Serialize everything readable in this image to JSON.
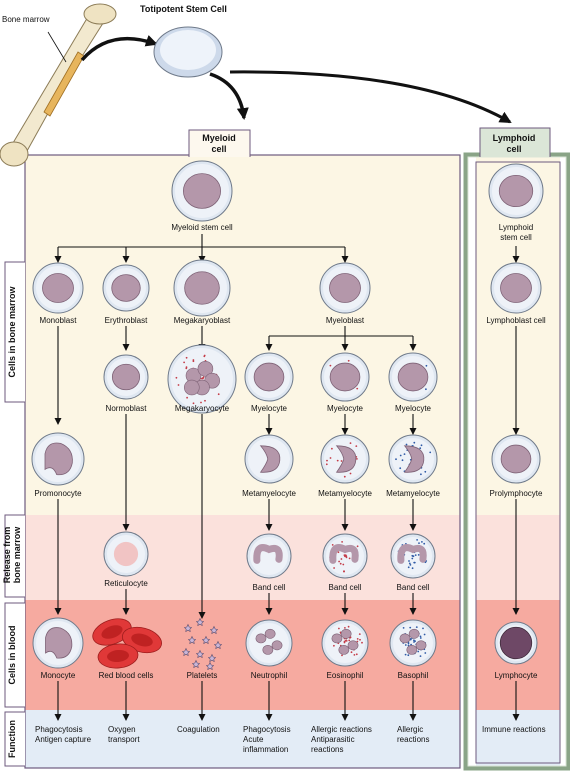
{
  "top": {
    "bone_marrow": "Bone marrow",
    "totipotent": "Totipotent Stem Cell"
  },
  "lineages": {
    "myeloid": "Myeloid\ncell",
    "lymphoid": "Lymphoid\ncell"
  },
  "rows": {
    "bone_marrow": "Cells in bone marrow",
    "release": "Release from\nbone marrow",
    "blood": "Cells in blood",
    "function": "Function"
  },
  "cells": {
    "myeloid_stem": "Myeloid stem cell",
    "monoblast": "Monoblast",
    "erythroblast": "Erythroblast",
    "megakaryoblast": "Megakaryoblast",
    "myeloblast": "Myeloblast",
    "normoblast": "Normoblast",
    "megakaryocyte": "Megakaryocyte",
    "myelocyte_1": "Myelocyte",
    "myelocyte_2": "Myelocyte",
    "myelocyte_3": "Myelocyte",
    "promonocyte": "Promonocyte",
    "metamyelocyte_1": "Metamyelocyte",
    "metamyelocyte_2": "Metamyelocyte",
    "metamyelocyte_3": "Metamyelocyte",
    "reticulocyte": "Reticulocyte",
    "band_1": "Band cell",
    "band_2": "Band cell",
    "band_3": "Band cell",
    "monocyte": "Monocyte",
    "rbc": "Red blood cells",
    "platelets": "Platelets",
    "neutrophil": "Neutrophil",
    "eosinophil": "Eosinophil",
    "basophil": "Basophil",
    "lymphoid_stem": "Lymphoid\nstem cell",
    "lymphoblast": "Lymphoblast cell",
    "prolymphocyte": "Prolymphocyte",
    "lymphocyte": "Lymphocyte"
  },
  "functions": {
    "monocyte": "Phagocytosis\nAntigen capture",
    "rbc": "Oxygen\ntransport",
    "platelets": "Coagulation",
    "neutrophil": "Phagocytosis\nAcute\ninflammation",
    "eosinophil": "Allergic reactions\nAntiparasitic\nreactions",
    "basophil": "Allergic\nreactions",
    "lymphocyte": "Immune reactions"
  },
  "colors": {
    "band_marrow": "#fcf6e4",
    "band_release": "#fbe1dc",
    "band_blood": "#f6aaa0",
    "band_function": "#e3ecf6",
    "lymphoid_frame": "#dbe6d7",
    "cell_ring": "#dfe7f1",
    "cell_body": "#eef2f8",
    "nucleus": "#b497aa",
    "rbc": "#e03838",
    "eosin_granule": "#c43c48",
    "baso_granule": "#2e5aa6"
  }
}
